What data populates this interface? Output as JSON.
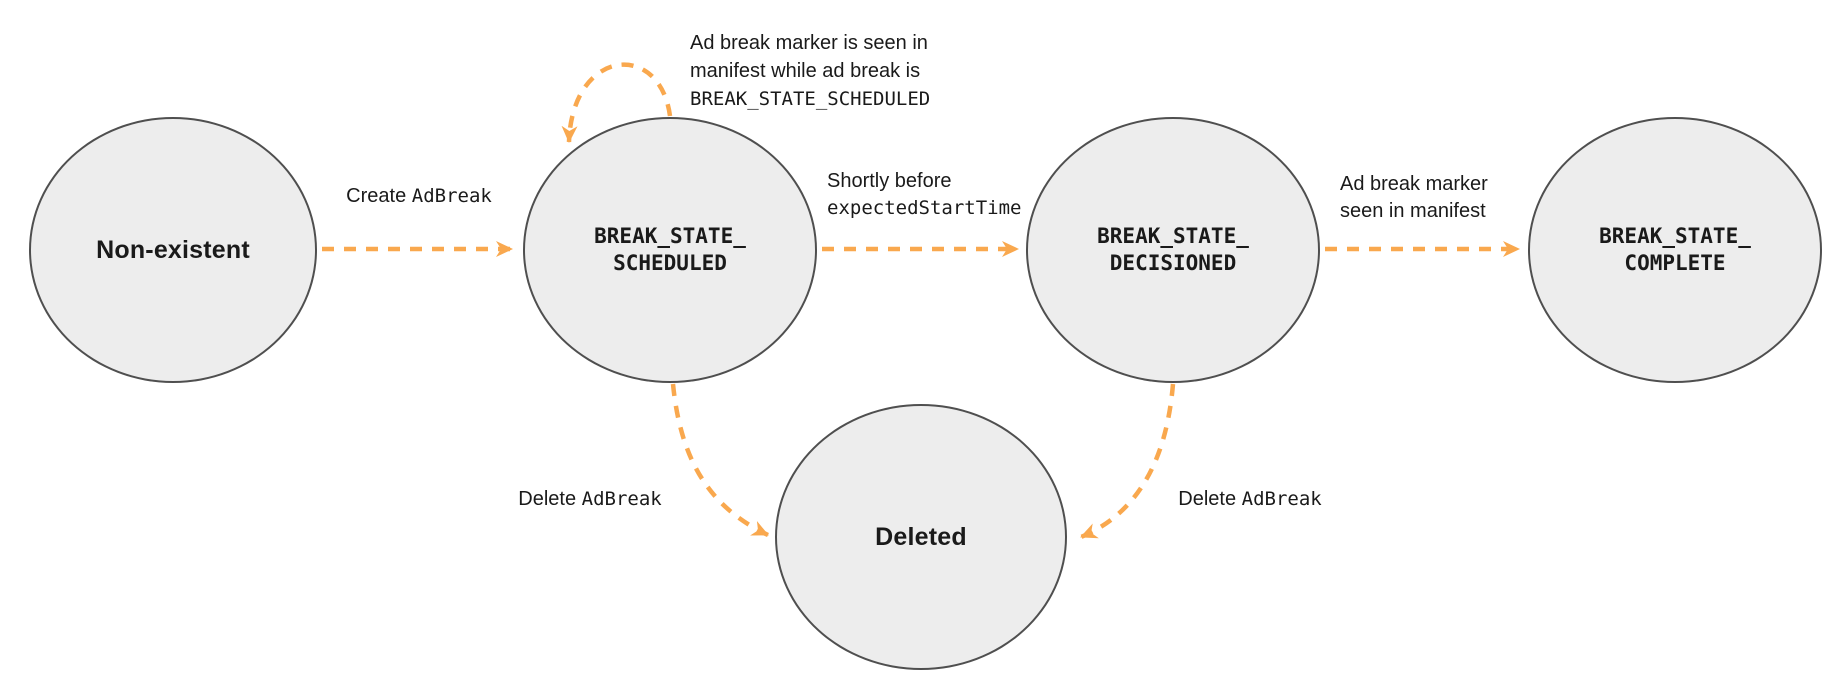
{
  "colors": {
    "arrow_orange": "#F9A84E",
    "state_fill": "#EDEDED",
    "state_border": "#4F4F4F",
    "text": "#1A1A1A"
  },
  "states": {
    "non_existent": {
      "label": "Non-existent"
    },
    "scheduled": {
      "line1": "BREAK_STATE_",
      "line2": "SCHEDULED"
    },
    "decisioned": {
      "line1": "BREAK_STATE_",
      "line2": "DECISIONED"
    },
    "complete": {
      "line1": "BREAK_STATE_",
      "line2": "COMPLETE"
    },
    "deleted": {
      "label": "Deleted"
    }
  },
  "transitions": {
    "create": {
      "text": "Create ",
      "code": "AdBreak"
    },
    "self_loop": {
      "line1": "Ad break marker is seen in",
      "line2": "manifest while ad break is",
      "line3_code": "BREAK_STATE_SCHEDULED"
    },
    "decision": {
      "line1": "Shortly before",
      "line2_code": "expectedStartTime"
    },
    "complete": {
      "line1": "Ad break marker",
      "line2": "seen in manifest"
    },
    "delete_from_scheduled": {
      "text": "Delete ",
      "code": "AdBreak"
    },
    "delete_from_decisioned": {
      "text": "Delete ",
      "code": "AdBreak"
    }
  }
}
